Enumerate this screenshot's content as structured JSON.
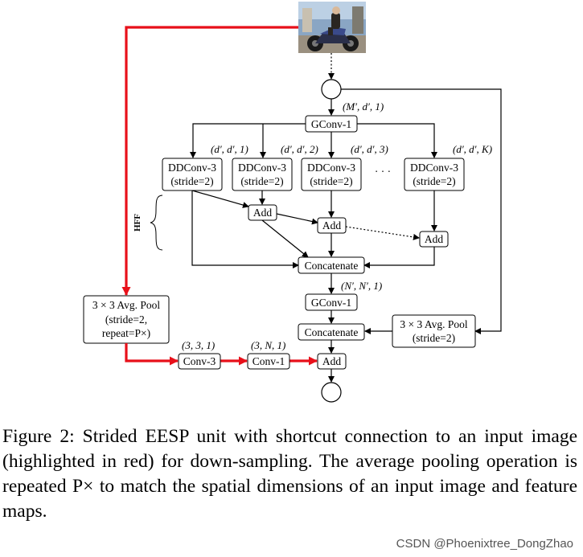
{
  "nodes": {
    "gconv1_top": "GConv-1",
    "ddconv_label": "DDConv-3",
    "ddconv_sub": "(stride=2)",
    "ellipsis": "· · ·",
    "add": "Add",
    "concatenate": "Concatenate",
    "gconv1_bottom": "GConv-1",
    "avgpool_right_line1": "3 × 3 Avg. Pool",
    "avgpool_right_line2": "(stride=2)",
    "avgpool_left_line1": "3 × 3 Avg. Pool",
    "avgpool_left_line2": "(stride=2,",
    "avgpool_left_line3": "repeat=P×)",
    "conv3": "Conv-3",
    "conv1": "Conv-1",
    "hff": "HFF"
  },
  "annotations": {
    "gconv1_top": "(M′, d′, 1)",
    "dd1": "(d′, d′, 1)",
    "dd2": "(d′, d′, 2)",
    "dd3": "(d′, d′, 3)",
    "ddk": "(d′, d′, K)",
    "gconv1_bottom": "(N′, N′, 1)",
    "conv3": "(3, 3, 1)",
    "conv1": "(3, N, 1)"
  },
  "colors": {
    "highlight": "#e8101a",
    "line": "#000000"
  },
  "caption": "Figure 2: Strided EESP unit with shortcut connection to an input image (highlighted in red) for down-sampling. The average pooling operation is repeated P× to match the spatial dimensions of an input image and feature maps.",
  "watermark": "CSDN @Phoenixtree_DongZhao"
}
